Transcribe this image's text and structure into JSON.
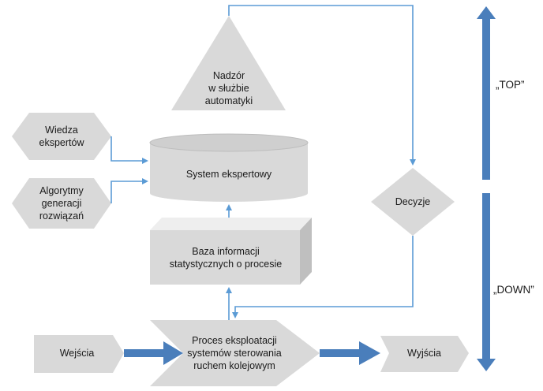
{
  "diagram": {
    "nadzor": "Nadzór\nw służbie\nautomatyki",
    "wiedza": "Wiedza\nekspertów",
    "algorytmy": "Algorytmy\ngeneracji\nrozwiązań",
    "system": "System ekspertowy",
    "baza": "Baza informacji\nstatystycznych o procesie",
    "decyzje": "Decyzje",
    "proces": "Proces eksploatacji\nsystemów sterowania\nruchem kolejowym",
    "wejscia": "Wejścia",
    "wyjscia": "Wyjścia",
    "top": "„TOP”",
    "down": "„DOWN”"
  },
  "colors": {
    "shape_fill": "#d9d9d9",
    "shape_dark": "#bfbfbf",
    "connector": "#5b9bd5",
    "thick_arrow": "#4a7ebb"
  }
}
